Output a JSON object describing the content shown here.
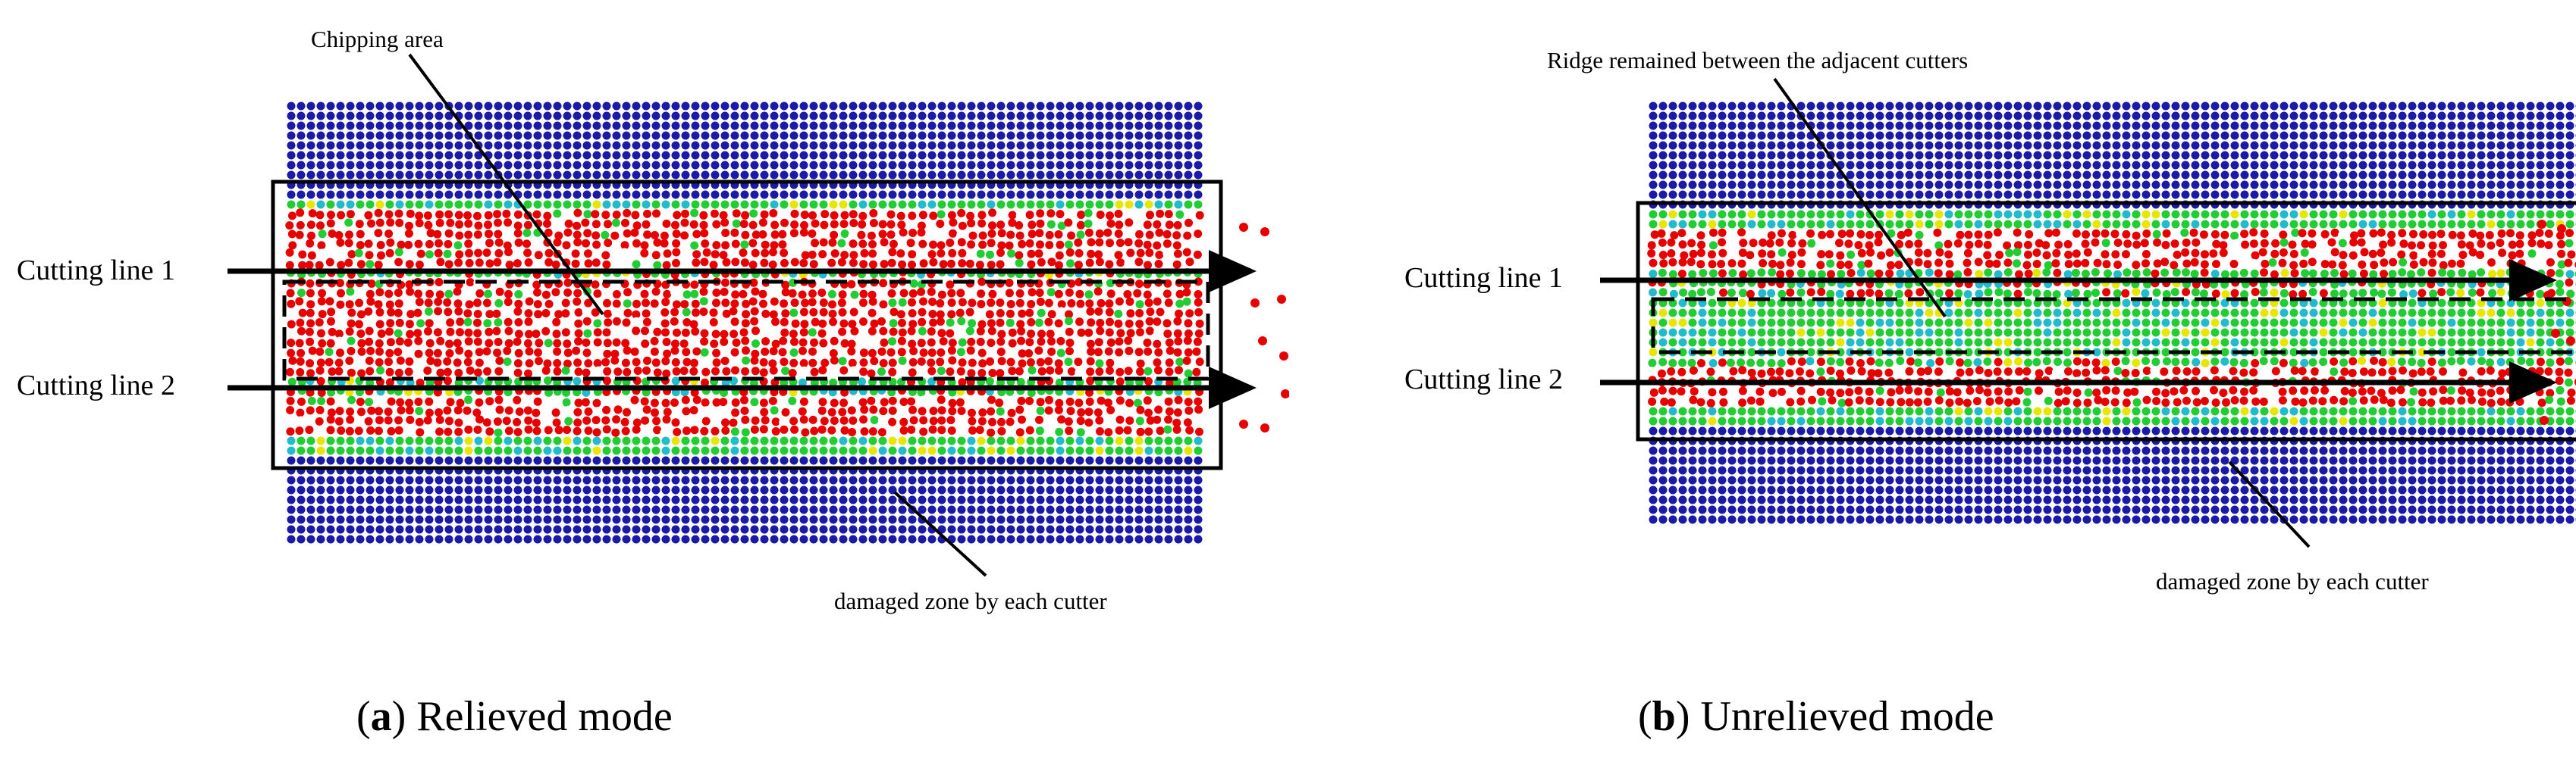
{
  "panel_a": {
    "callout_top": "Chipping area",
    "line1_label": "Cutting line 1",
    "line2_label": "Cutting line 2",
    "callout_bottom": "damaged zone by each cutter",
    "caption_letter": "a",
    "caption_text": "Relieved mode"
  },
  "panel_b": {
    "callout_top": "Ridge remained between the adjacent cutters",
    "line1_label": "Cutting line 1",
    "line2_label": "Cutting line 2",
    "callout_bottom": "damaged zone by each cutter",
    "caption_letter": "b",
    "caption_text": "Unrelieved mode"
  },
  "colors": {
    "intact_particle": "#1a1aa6",
    "damaged_particle": "#e60000",
    "partial_particle_green": "#22cc33",
    "partial_particle_cyan": "#22bbcc",
    "partial_particle_yellow": "#e6e600"
  }
}
